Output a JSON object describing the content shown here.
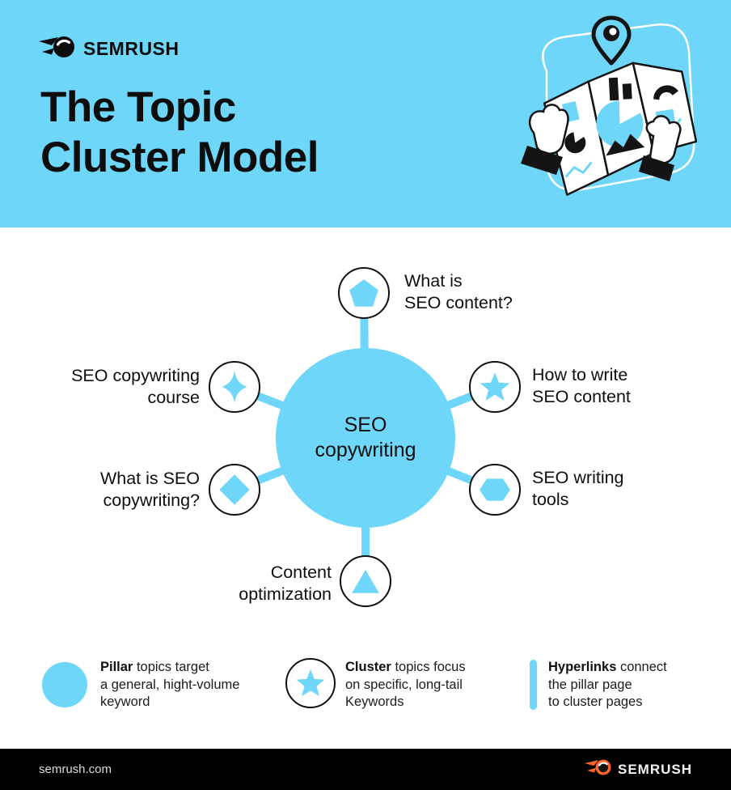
{
  "header": {
    "brand": "SEMRUSH",
    "title_line1": "The Topic",
    "title_line2": "Cluster Model"
  },
  "hub": {
    "label_line1": "SEO",
    "label_line2": "copywriting"
  },
  "nodes": [
    {
      "id": "what-is-seo-content",
      "icon": "pentagon-icon",
      "label_line1": "What is",
      "label_line2": "SEO content?"
    },
    {
      "id": "how-to-write-seo-content",
      "icon": "star-icon",
      "label_line1": "How to write",
      "label_line2": "SEO content"
    },
    {
      "id": "seo-writing-tools",
      "icon": "hexagon-icon",
      "label_line1": "SEO writing",
      "label_line2": "tools"
    },
    {
      "id": "seo-copywriting-course",
      "icon": "sparkle-icon",
      "label_line1": "SEO copywriting",
      "label_line2": "course"
    },
    {
      "id": "what-is-seo-copywriting",
      "icon": "diamond-icon",
      "label_line1": "What is SEO",
      "label_line2": "copywriting?"
    },
    {
      "id": "content-optimization",
      "icon": "triangle-icon",
      "label_line1": "Content",
      "label_line2": "optimization"
    }
  ],
  "legend": [
    {
      "icon": "pillar-circle-icon",
      "bold": "Pillar",
      "rest": " topics target",
      "line2": "a general, hight-volume",
      "line3": "keyword"
    },
    {
      "icon": "cluster-star-icon",
      "bold": "Cluster",
      "rest": " topics focus",
      "line2": "on specific, long-tail",
      "line3": "Keywords"
    },
    {
      "icon": "hyperlink-bar-icon",
      "bold": "Hyperlinks",
      "rest": " connect",
      "line2": "the pillar page",
      "line3": "to cluster pages"
    }
  ],
  "footer": {
    "url": "semrush.com",
    "brand": "SEMRUSH"
  },
  "colors": {
    "accent": "#6ED6F9",
    "ink": "#0d0d0d",
    "footer_bg": "#000000",
    "semrush_orange": "#FF642D"
  }
}
